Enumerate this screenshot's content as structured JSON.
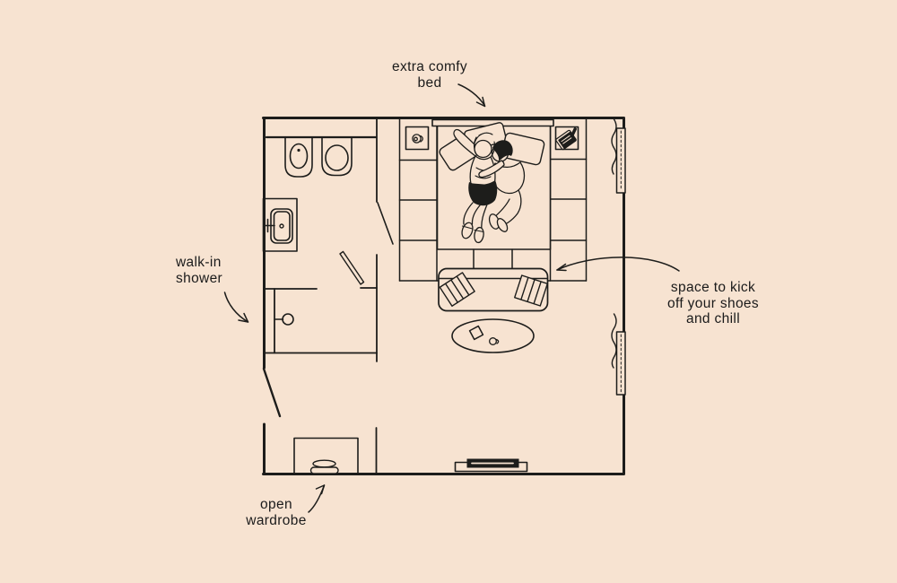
{
  "palette": {
    "background": "#f7e3d1",
    "ink": "#1d1d1b"
  },
  "annotations": {
    "bed": "extra comfy\nbed",
    "shower": "walk-in\nshower",
    "chill": "space to kick\noff your shoes\nand chill",
    "wardrobe": "open\nwardrobe"
  },
  "elements": {
    "bedroom": [
      "headboard",
      "mattress",
      "couple-cuddling",
      "pillow x3",
      "nightstand-left",
      "coffee-cup-icon",
      "nightstand-right",
      "book-icon",
      "storage-platform"
    ],
    "bathroom": [
      "bidet",
      "toilet",
      "wash-basin",
      "faucet",
      "shower-head",
      "shower-partition",
      "shower-door",
      "bathroom-door"
    ],
    "lounge": [
      "foot-bench",
      "striped-cushion x2",
      "oval-rug",
      "coaster-icon",
      "mug-icon",
      "window-with-curtain x2",
      "sliding-door",
      "entry-door"
    ],
    "wardrobe_corner": [
      "open-wardrobe",
      "stool"
    ]
  }
}
